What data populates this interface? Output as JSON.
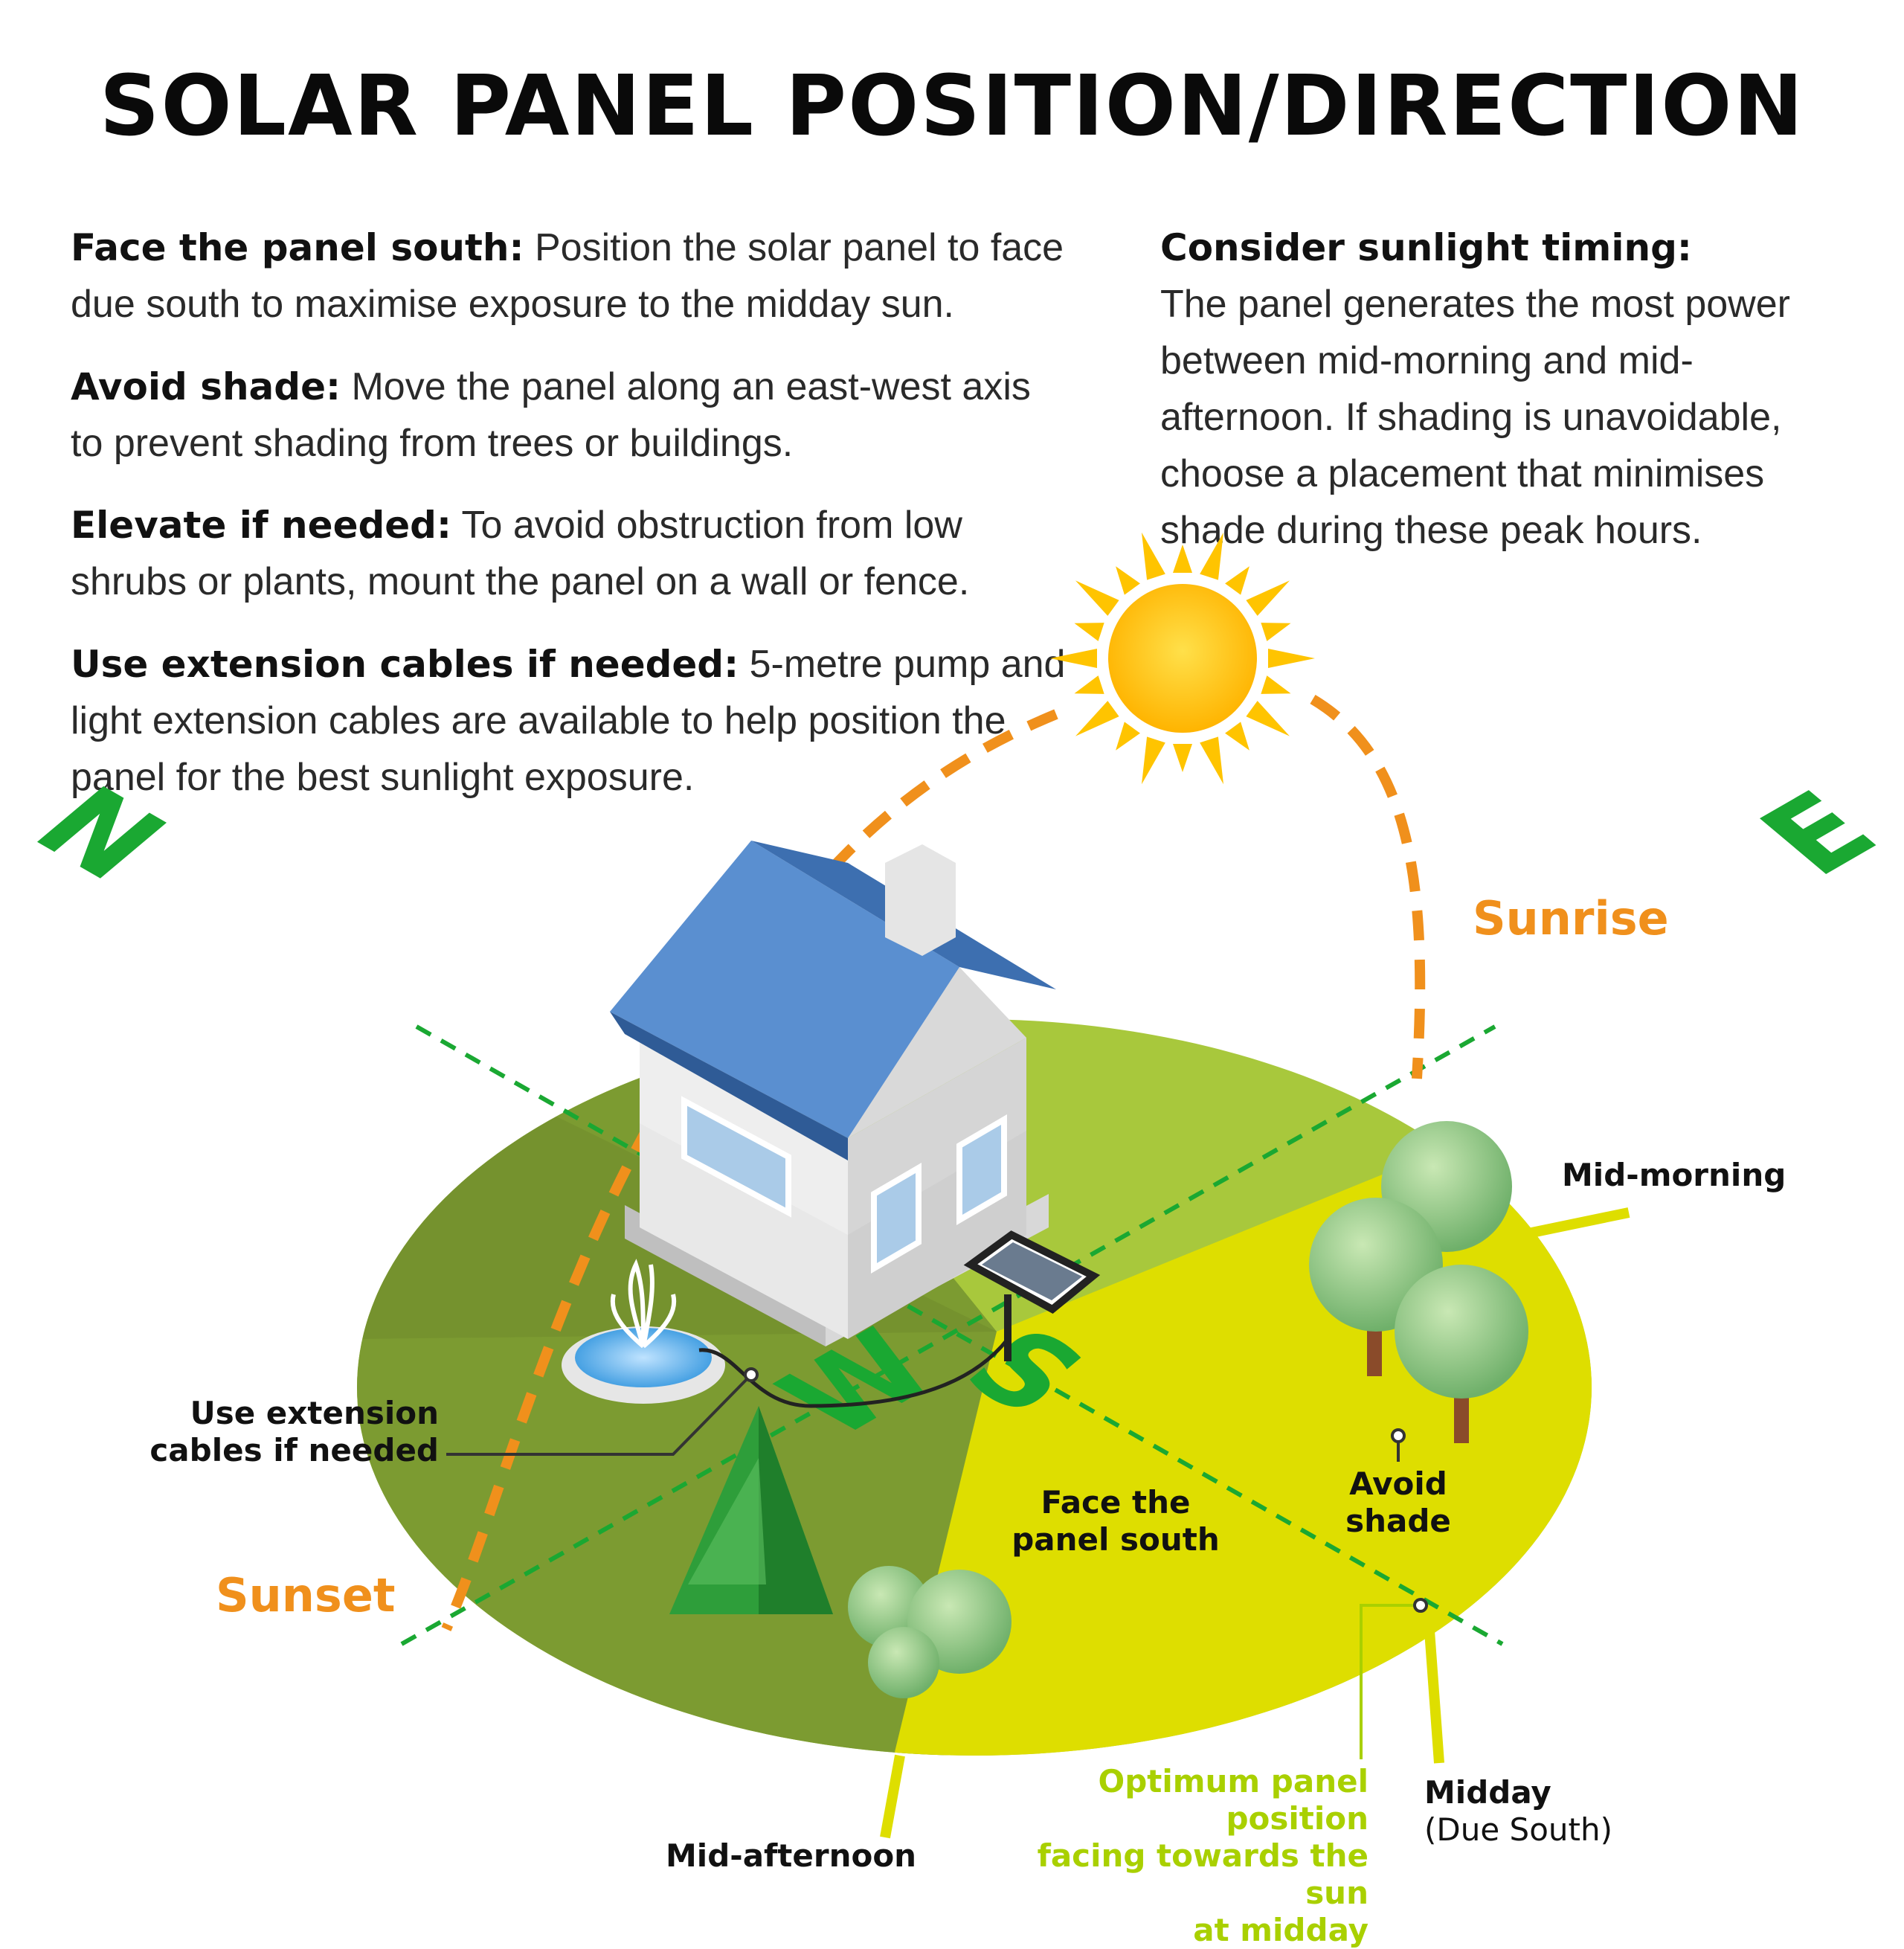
{
  "title": "SOLAR PANEL POSITION/DIRECTION",
  "tips": [
    {
      "heading": "Face the panel south:",
      "body": "Position the solar panel to face due south to maximise exposure to the midday sun."
    },
    {
      "heading": "Avoid shade:",
      "body": "Move the panel along an east-west axis to prevent shading from trees or buildings."
    },
    {
      "heading": "Elevate if needed:",
      "body": "To avoid obstruction from low shrubs or plants, mount the panel on a wall or fence."
    },
    {
      "heading": "Use extension cables if needed:",
      "body": "5-metre pump and light extension cables are available to help position the panel for the best sunlight exposure."
    }
  ],
  "timing": {
    "heading": "Consider sunlight timing:",
    "body": "The panel generates the most power between mid-morning and mid-afternoon. If shading is unavoidable, choose a placement that minimises shade during these peak hours."
  },
  "compass": {
    "north": "N",
    "east": "E",
    "south": "S",
    "west": "W"
  },
  "labels": {
    "sunrise": "Sunrise",
    "sunset": "Sunset",
    "mid_morning": "Mid-morning",
    "mid_afternoon": "Mid-afternoon",
    "midday": "Midday",
    "due_south": "(Due South)",
    "optimum_line1": "Optimum panel position",
    "optimum_line2": "facing towards the sun",
    "optimum_line3": "at midday",
    "face_south_line1": "Face the",
    "face_south_line2": "panel south",
    "avoid_line1": "Avoid",
    "avoid_line2": "shade",
    "cables_line1": "Use extension",
    "cables_line2": "cables if needed"
  },
  "colors": {
    "orange": "#f0901c",
    "green": "#1aa832",
    "lime": "#dede00",
    "ground_dark": "#7b9a30",
    "ground_light": "#a8c83c",
    "roof": "#5a8fd0",
    "sun": "#ffc400"
  }
}
